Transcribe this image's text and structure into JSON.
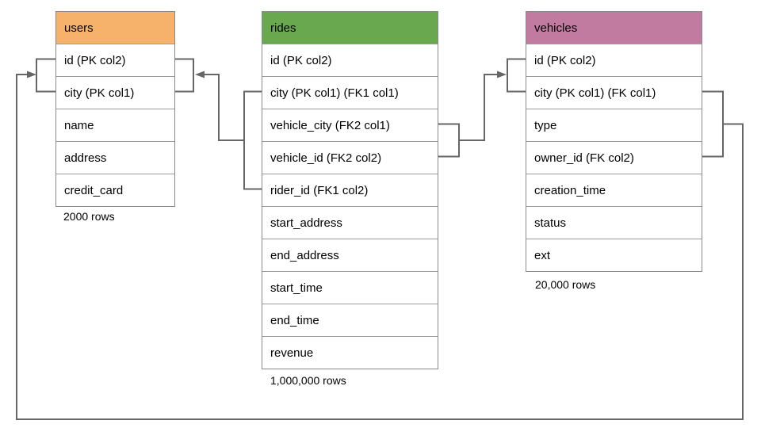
{
  "tables": {
    "users": {
      "title": "users",
      "rows": [
        "id (PK col2)",
        "city (PK col1)",
        "name",
        "address",
        "credit_card"
      ],
      "row_count": "2000 rows"
    },
    "rides": {
      "title": "rides",
      "rows": [
        "id (PK col2)",
        "city (PK col1) (FK1 col1)",
        "vehicle_city (FK2 col1)",
        "vehicle_id (FK2 col2)",
        "rider_id (FK1 col2)",
        "start_address",
        "end_address",
        "start_time",
        "end_time",
        "revenue"
      ],
      "row_count": "1,000,000 rows"
    },
    "vehicles": {
      "title": "vehicles",
      "rows": [
        "id (PK col2)",
        "city (PK col1) (FK col1)",
        "type",
        "owner_id (FK col2)",
        "creation_time",
        "status",
        "ext"
      ],
      "row_count": "20,000 rows"
    }
  },
  "relationships": [
    {
      "name": "FK1",
      "from": "rides (city, rider_id)",
      "to": "users (id, city)"
    },
    {
      "name": "FK2",
      "from": "rides (vehicle_city, vehicle_id)",
      "to": "vehicles (id, city)"
    },
    {
      "name": "FK",
      "from": "vehicles (city, owner_id)",
      "to": "users (id, city)"
    }
  ],
  "colors": {
    "users_header": "#F6B26B",
    "rides_header": "#6AA84F",
    "vehicles_header": "#C27BA0",
    "connector": "#666666",
    "border": "#8a8a8a",
    "row_border": "#9a9a9a",
    "text": "#000000",
    "background": "#ffffff"
  }
}
